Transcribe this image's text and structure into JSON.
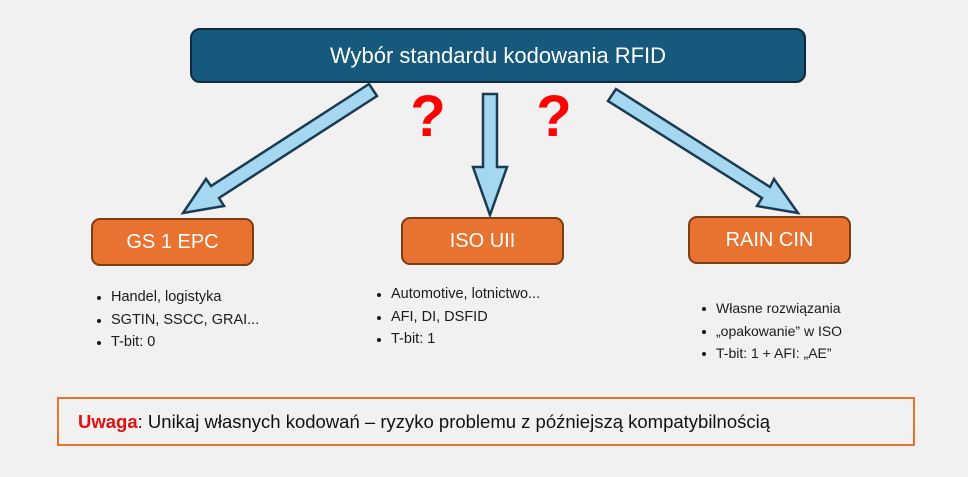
{
  "title_box": {
    "label": "Wybór standardu kodowania RFID"
  },
  "question_marks": {
    "left": "?",
    "right": "?"
  },
  "branches": [
    {
      "label": "GS 1 EPC",
      "items": [
        "Handel, logistyka",
        "SGTIN, SSCC, GRAI...",
        "T-bit: 0"
      ]
    },
    {
      "label": "ISO UII",
      "items": [
        "Automotive, lotnictwo...",
        "AFI, DI, DSFID",
        "T-bit: 1"
      ]
    },
    {
      "label": "RAIN CIN",
      "items": [
        "Własne rozwiązania",
        "„opakowanie” w ISO",
        "T-bit: 1 + AFI: „AE”"
      ]
    }
  ],
  "note": {
    "prefix": "Uwaga",
    "rest": ": Unikaj własnych kodowań – ryzyko problemu z późniejszą kompatybilnością"
  },
  "colors": {
    "background": "#F1F1F1",
    "header_fill": "#17597C",
    "header_border": "#0D2C40",
    "branch_fill": "#E8722F",
    "branch_border": "#7A3E12",
    "arrow_fill": "#A5D8F0",
    "arrow_stroke": "#1A3B52",
    "question_mark": "#FF0000",
    "note_border": "#E8722F",
    "note_accent": "#E01010"
  }
}
